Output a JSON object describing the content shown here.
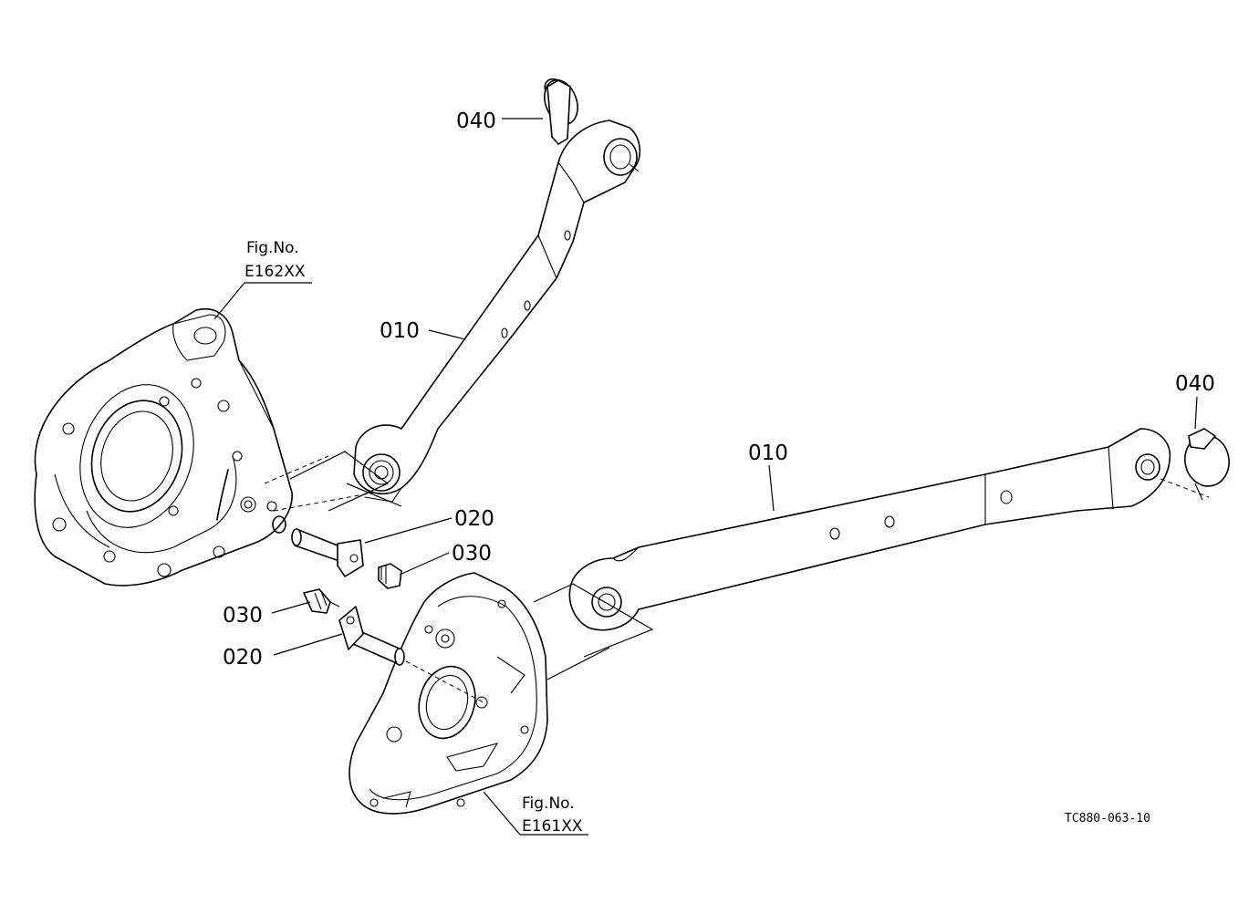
{
  "labels": {
    "link_arm_upper": "010",
    "link_arm_lower": "010",
    "pin_upper": "020",
    "pin_lower": "020",
    "bolt_upper": "030",
    "bolt_lower": "030",
    "lynch_pin_upper": "040",
    "lynch_pin_right": "040"
  },
  "figure_refs": {
    "left": {
      "caption": "Fig.No.",
      "number": "E162XX"
    },
    "bottom": {
      "caption": "Fig.No.",
      "number": "E161XX"
    }
  },
  "drawing_code": "TC880-063-10"
}
